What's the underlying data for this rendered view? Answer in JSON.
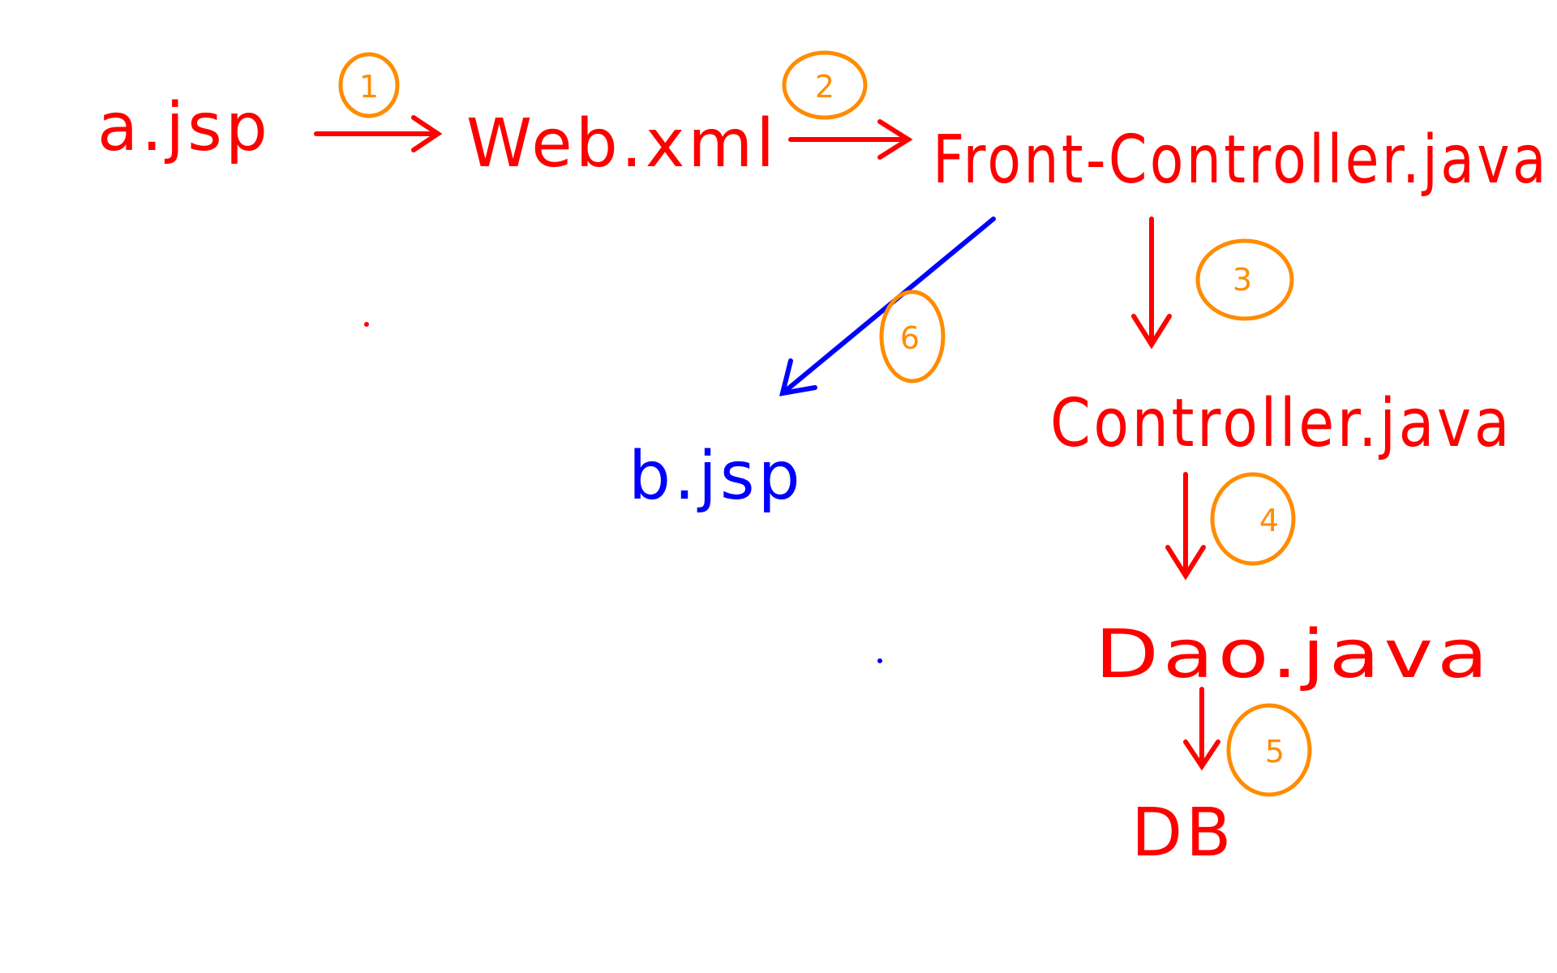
{
  "nodes": {
    "a_jsp": {
      "label": "a.jsp"
    },
    "web_xml": {
      "label": "Web.xml"
    },
    "front_controller": {
      "label": "Front-Controller.java"
    },
    "controller": {
      "label": "Controller.java"
    },
    "dao": {
      "label": "Dao.java"
    },
    "db": {
      "label": "DB"
    },
    "b_jsp": {
      "label": "b.jsp"
    }
  },
  "steps": {
    "s1": "1",
    "s2": "2",
    "s3": "3",
    "s4": "4",
    "s5": "5",
    "s6": "6"
  },
  "colors": {
    "flow": "#ff0000",
    "response": "#0000ff",
    "step_marker": "#ff8c00",
    "background": "#ffffff"
  }
}
